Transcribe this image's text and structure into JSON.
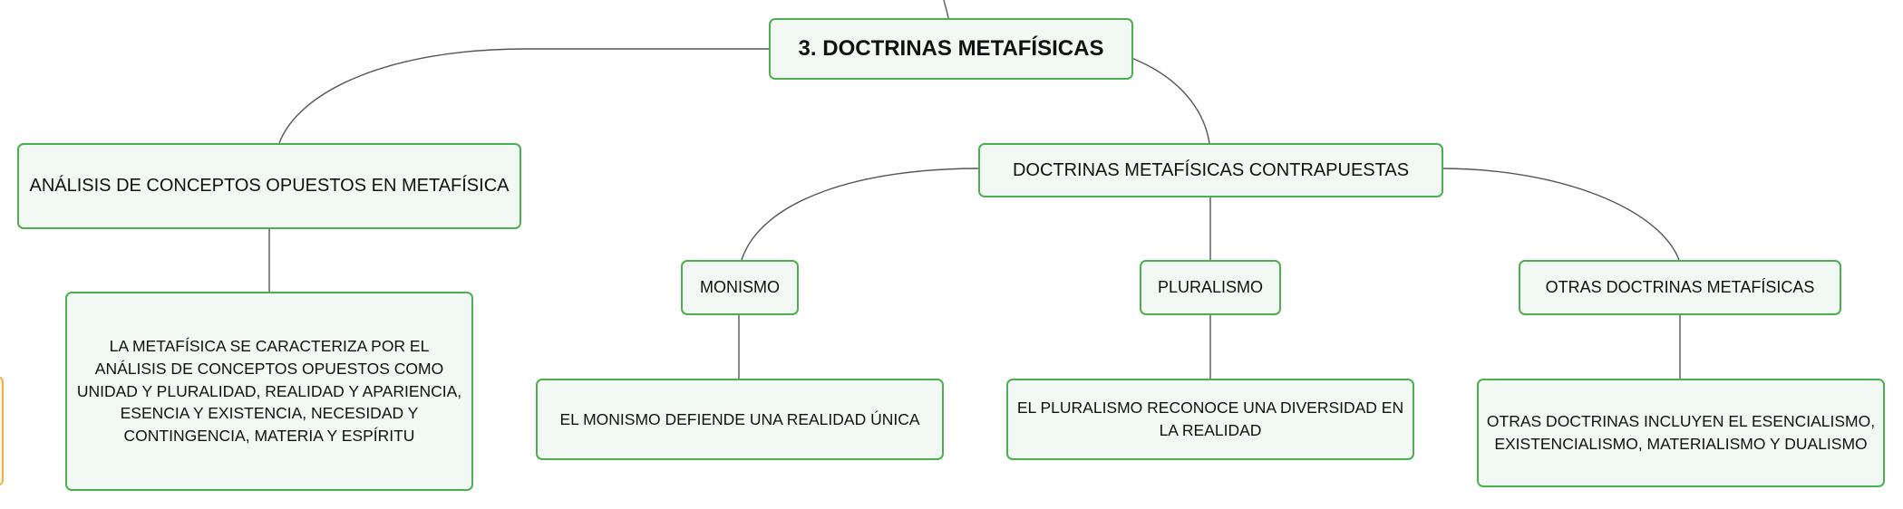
{
  "diagram": {
    "root": {
      "label": "3. DOCTRINAS METAFÍSICAS"
    },
    "left_branch": {
      "label": "ANÁLISIS DE CONCEPTOS OPUESTOS EN METAFÍSICA",
      "detail": "LA METAFÍSICA SE CARACTERIZA POR EL ANÁLISIS DE CONCEPTOS OPUESTOS COMO UNIDAD Y PLURALIDAD, REALIDAD Y APARIENCIA, ESENCIA Y EXISTENCIA, NECESIDAD Y CONTINGENCIA, MATERIA Y ESPÍRITU"
    },
    "right_branch": {
      "label": "DOCTRINAS METAFÍSICAS CONTRAPUESTAS",
      "children": [
        {
          "label": "MONISMO",
          "detail": "EL MONISMO DEFIENDE UNA REALIDAD ÚNICA"
        },
        {
          "label": "PLURALISMO",
          "detail": "EL PLURALISMO RECONOCE UNA DIVERSIDAD EN LA REALIDAD"
        },
        {
          "label": "OTRAS DOCTRINAS METAFÍSICAS",
          "detail": "OTRAS DOCTRINAS INCLUYEN EL ESENCIALISMO, EXISTENCIALISMO, MATERIALISMO Y DUALISMO"
        }
      ]
    },
    "colors": {
      "node_border": "#4caf50",
      "node_fill": "#f2f9f4",
      "connector": "#555555",
      "offscreen_node_border": "#f5b041"
    }
  }
}
